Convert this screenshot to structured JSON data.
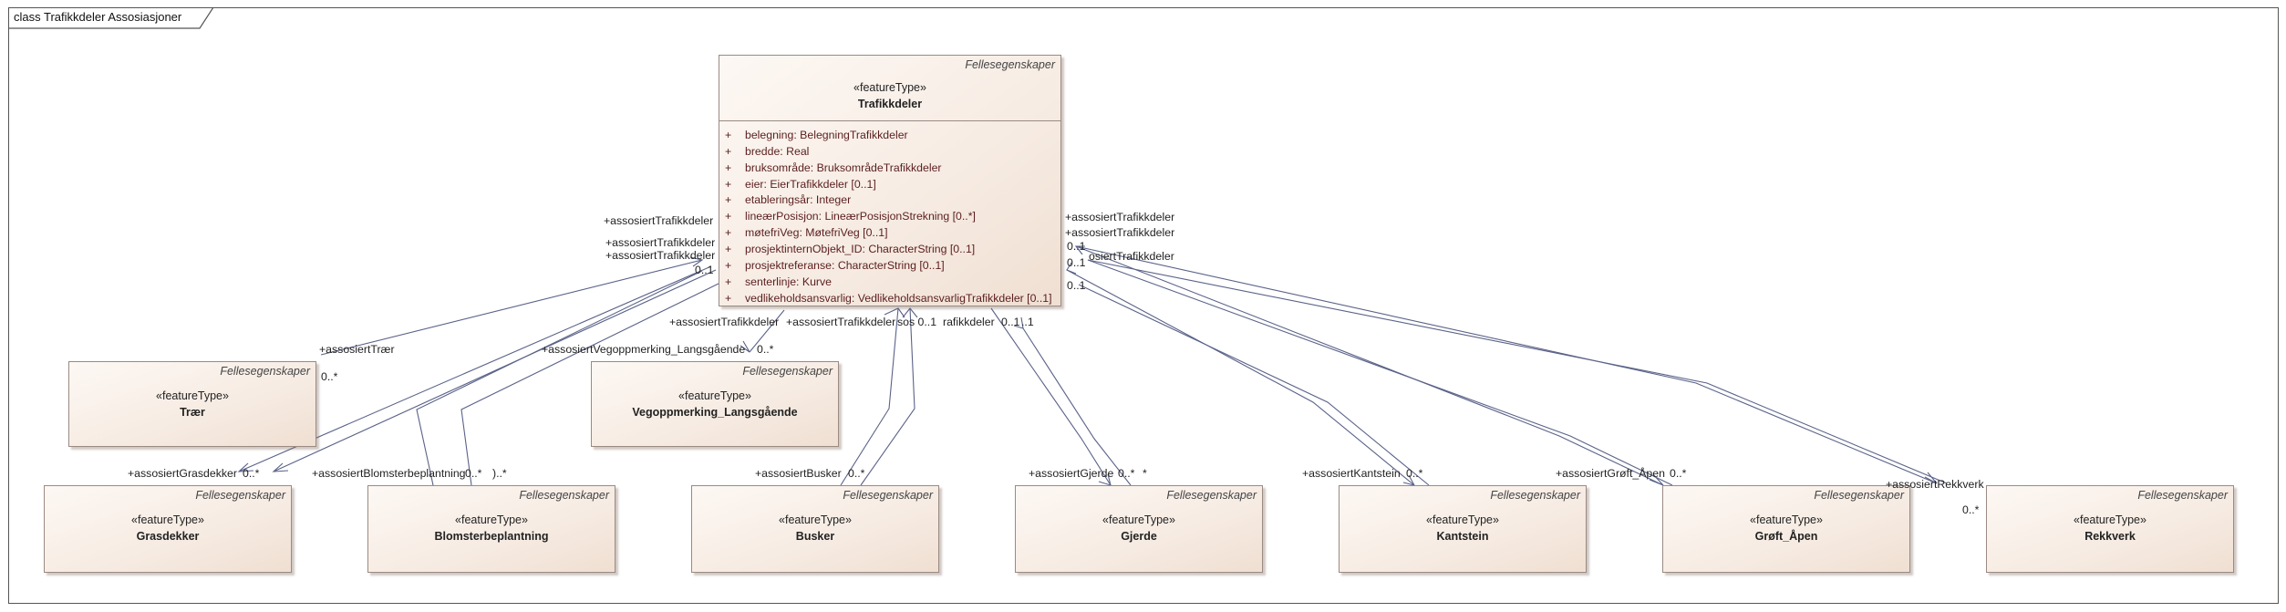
{
  "frame": {
    "title": "class Trafikkdeler Assosiasjoner"
  },
  "main_class": {
    "tag": "Fellesegenskaper",
    "stereotype": "«featureType»",
    "name": "Trafikkdeler",
    "attributes": [
      {
        "vis": "+",
        "text": "belegning: BelegningTrafikkdeler"
      },
      {
        "vis": "+",
        "text": "bredde: Real"
      },
      {
        "vis": "+",
        "text": "bruksområde: BruksområdeTrafikkdeler"
      },
      {
        "vis": "+",
        "text": "eier: EierTrafikkdeler [0..1]"
      },
      {
        "vis": "+",
        "text": "etableringsår: Integer"
      },
      {
        "vis": "+",
        "text": "lineærPosisjon: LineærPosisjonStrekning [0..*]"
      },
      {
        "vis": "+",
        "text": "møtefriVeg: MøtefriVeg [0..1]"
      },
      {
        "vis": "+",
        "text": "prosjektinternObjekt_ID: CharacterString [0..1]"
      },
      {
        "vis": "+",
        "text": "prosjektreferanse: CharacterString [0..1]"
      },
      {
        "vis": "+",
        "text": "senterlinje: Kurve"
      },
      {
        "vis": "+",
        "text": "vedlikeholdsansvarlig: VedlikeholdsansvarligTrafikkdeler [0..1]"
      }
    ]
  },
  "classes": [
    {
      "tag": "Fellesegenskaper",
      "stereotype": "«featureType»",
      "name": "Trær"
    },
    {
      "tag": "Fellesegenskaper",
      "stereotype": "«featureType»",
      "name": "Vegoppmerking_Langsgående"
    },
    {
      "tag": "Fellesegenskaper",
      "stereotype": "«featureType»",
      "name": "Grasdekker"
    },
    {
      "tag": "Fellesegenskaper",
      "stereotype": "«featureType»",
      "name": "Blomsterbeplantning"
    },
    {
      "tag": "Fellesegenskaper",
      "stereotype": "«featureType»",
      "name": "Busker"
    },
    {
      "tag": "Fellesegenskaper",
      "stereotype": "«featureType»",
      "name": "Gjerde"
    },
    {
      "tag": "Fellesegenskaper",
      "stereotype": "«featureType»",
      "name": "Kantstein"
    },
    {
      "tag": "Fellesegenskaper",
      "stereotype": "«featureType»",
      "name": "Grøft_Åpen"
    },
    {
      "tag": "Fellesegenskaper",
      "stereotype": "«featureType»",
      "name": "Rekkverk"
    }
  ],
  "labels": {
    "l1": "+assosiertTrafikkdeler",
    "l2": "+assosiertTrafikkdeler",
    "l3": "+assosiertTrafikkdeler",
    "l4": "0..1",
    "l5": "+assosiertTrafikkdeler",
    "l6": "+assosiertTrafikkdeler",
    "l7": "osiertTrafikkdeler",
    "l8": "0..1",
    "l9": "0..1",
    "l10": "0..1",
    "l11": "+assosiertTrafikkdeler",
    "l12": "+assosiertTrafikkdeler",
    "l13": "sos 0..1",
    "l14": "rafikkdeler",
    "l15": "0..1",
    "l16": "..1",
    "l17": "+assosiertTrær",
    "l18": "0..*",
    "l19": "+assosiertVegoppmerking_Langsgående",
    "l20": "0..*",
    "l21": "+assosiertGrasdekker",
    "l22": "0..*",
    "l23": "+assosiertBlomsterbeplantning",
    "l24": "0..*",
    "l25": ")..*",
    "l26": "+assosiertBusker",
    "l27": "0..*",
    "l28": "+assosiertGjerde",
    "l29": "0..*",
    "l30": "*",
    "l31": "+assosiertKantstein",
    "l32": "0..*",
    "l33": "+assosiertGrøft_Åpen",
    "l34": "0..*",
    "l35": "+assosiertRekkverk",
    "l36": "0..*"
  }
}
